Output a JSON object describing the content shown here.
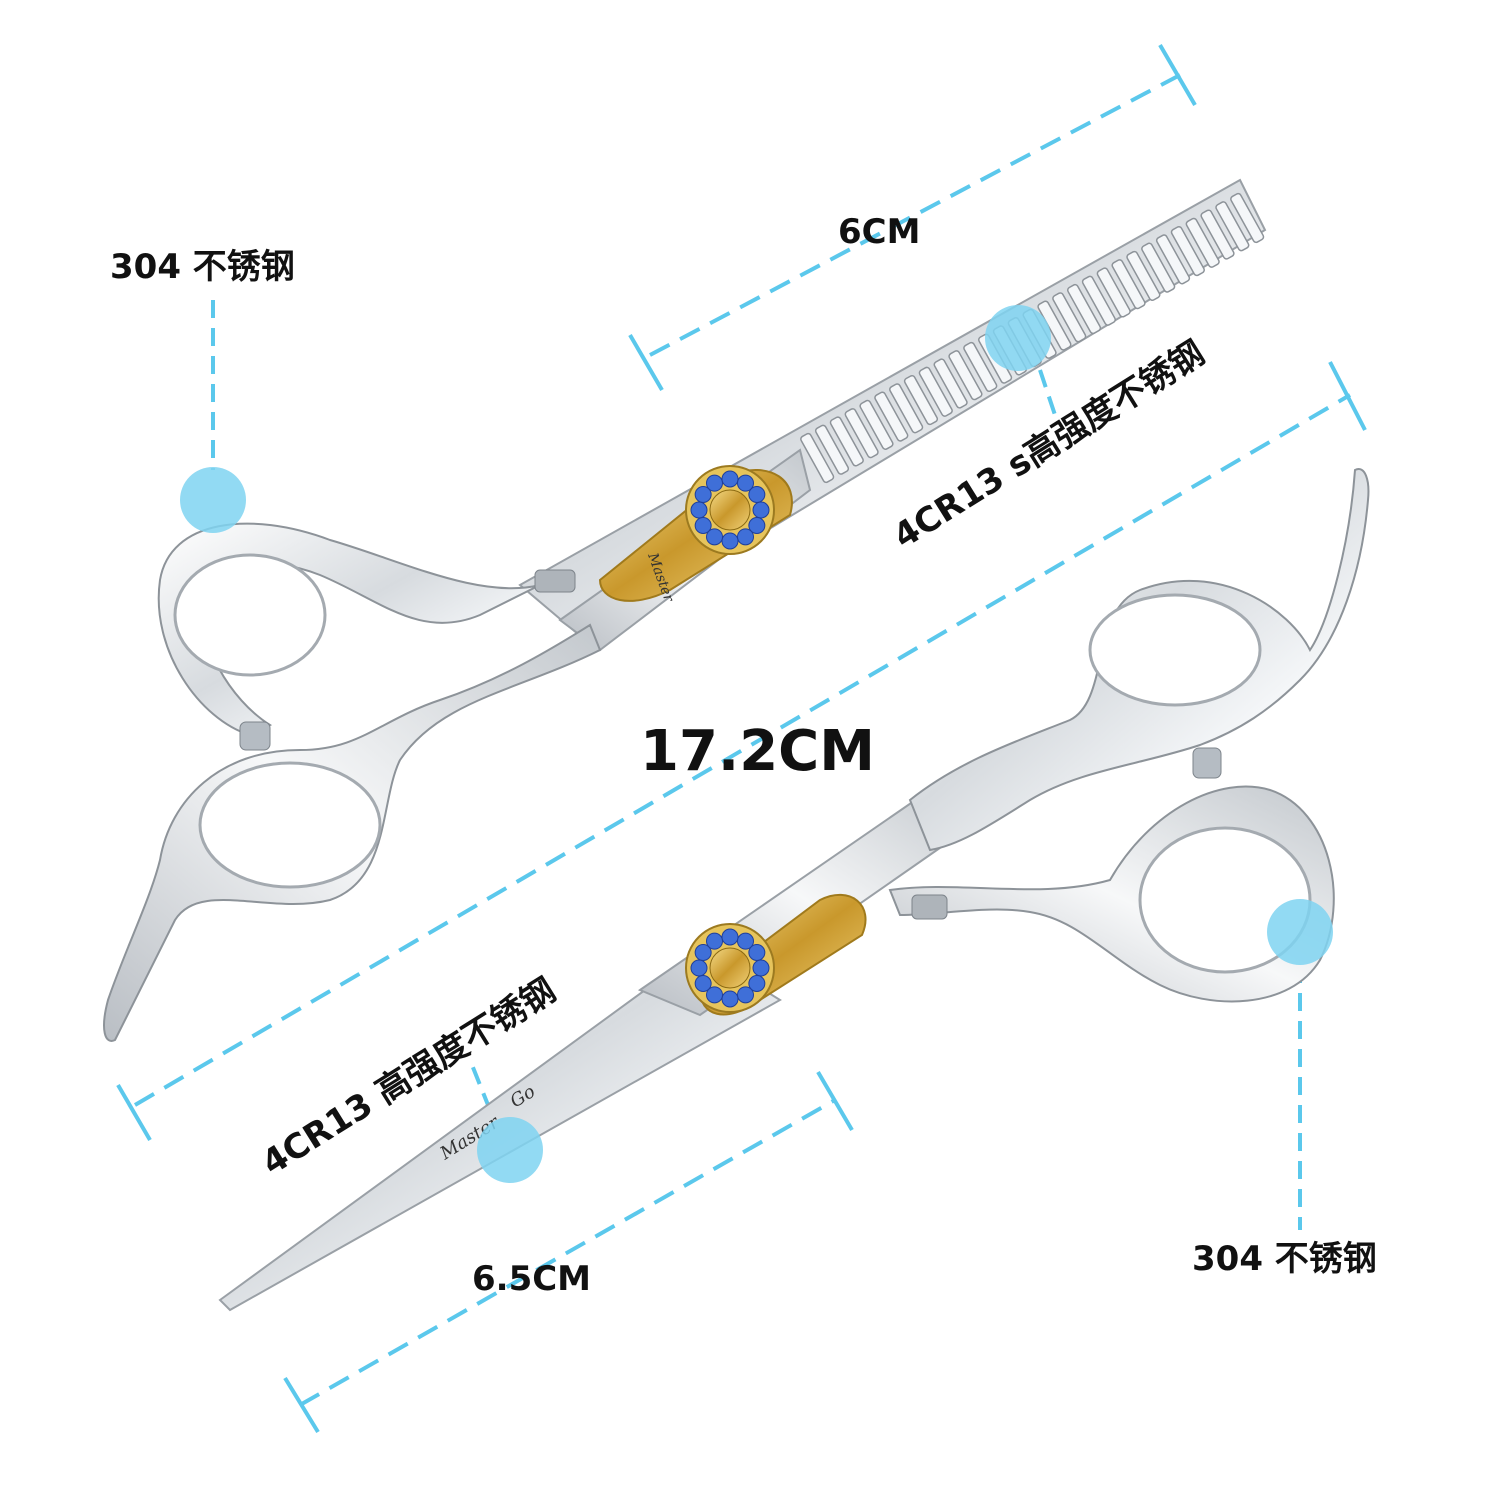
{
  "colors": {
    "accent": "#5bc8ec",
    "dot": "#7fd3f1",
    "steel_light": "#f2f4f6",
    "steel_mid": "#c9cdd2",
    "steel_dark": "#8a9096",
    "gold": "#d8b34a",
    "jewel": "#3f6fd8",
    "text": "#111111"
  },
  "labels": {
    "top_material": "304 不锈钢",
    "bottom_material": "304 不锈钢",
    "upper_blade_length": "6CM",
    "lower_blade_length": "6.5CM",
    "overall_length": "17.2CM",
    "upper_blade_material": "4CR13 s高强度不锈钢",
    "lower_blade_material": "4CR13 高强度不锈钢"
  },
  "engravings": {
    "brand_word_1": "Master",
    "brand_word_2": "Go"
  },
  "icons": {
    "callout": "callout-dot-icon",
    "screw": "jeweled-screw-icon"
  }
}
